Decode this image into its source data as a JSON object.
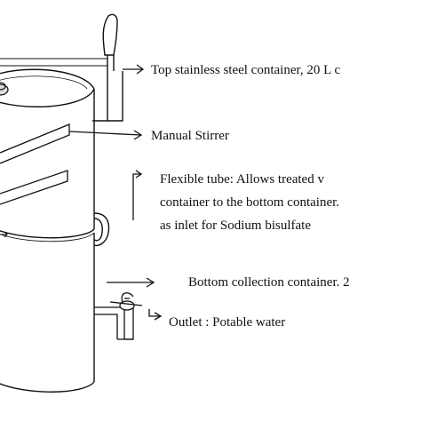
{
  "labels": {
    "top_container": "Top stainless steel container, 20 L c",
    "manual_stirrer": "Manual Stirrer",
    "flexible_tube_line1": "Flexible tube: Allows treated v",
    "flexible_tube_line2": "container to the bottom container.",
    "flexible_tube_line3": "as inlet for Sodium bisulfate",
    "bottom_container": "Bottom collection container. 2",
    "outlet": "Outlet : Potable water"
  },
  "colors": {
    "stroke": "#111111",
    "background": "#ffffff"
  }
}
